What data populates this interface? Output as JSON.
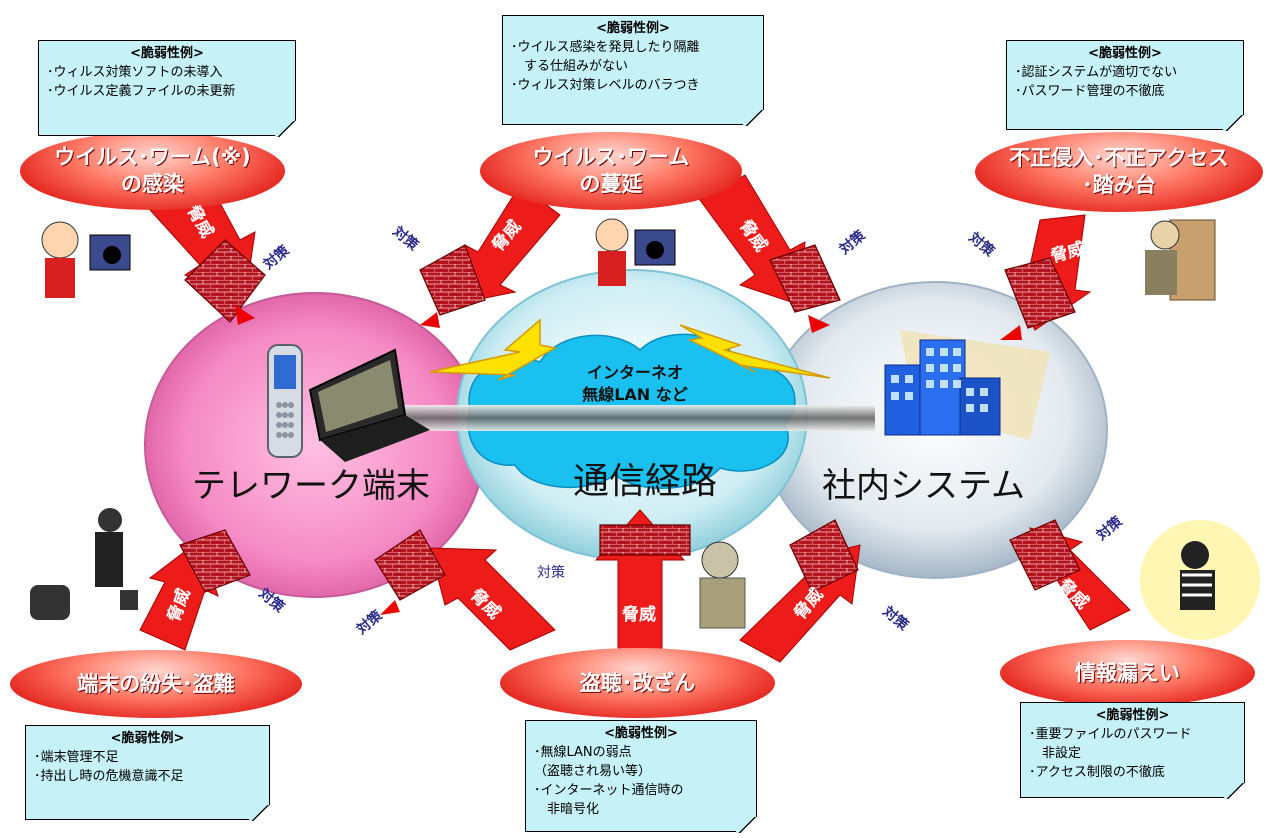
{
  "node_labels": {
    "terminal": "テレワーク端末",
    "channel": "通信経路",
    "system": "社内システム"
  },
  "cloud_text": {
    "line1": "インターネオ",
    "line2": "無線LAN など"
  },
  "threats": {
    "virus_infection": {
      "line1": "ウイルス･ワーム(※)",
      "line2": "の感染"
    },
    "virus_spread": {
      "line1": "ウイルス･ワーム",
      "line2": "の蔓延"
    },
    "intrusion": {
      "line1": "不正侵入･不正アクセス",
      "line2": "･踏み台"
    },
    "loss_theft": {
      "line1": "端末の紛失･盗難"
    },
    "tapping": {
      "line1": "盗聴･改ざん"
    },
    "leak": {
      "line1": "情報漏えい"
    }
  },
  "notes": {
    "virus_infection": {
      "title": "<脆弱性例>",
      "items": [
        "･ウィルス対策ソフトの未導入",
        "･ウイルス定義ファイルの未更新"
      ]
    },
    "virus_spread": {
      "title": "<脆弱性例>",
      "items": [
        "･ウイルス感染を発見したり隔離",
        "　する仕組みがない",
        "･ウィルス対策レベルのバラつき"
      ]
    },
    "intrusion": {
      "title": "<脆弱性例>",
      "items": [
        "･認証システムが適切でない",
        "･パスワード管理の不徹底"
      ]
    },
    "loss_theft": {
      "title": "<脆弱性例>",
      "items": [
        "･端末管理不足",
        "･持出し時の危機意識不足"
      ]
    },
    "tapping": {
      "title": "<脆弱性例>",
      "items": [
        "･無線LANの弱点",
        "（盗聴され易い等）",
        "･インターネット通信時の",
        "　非暗号化"
      ]
    },
    "leak": {
      "title": "<脆弱性例>",
      "items": [
        "･重要ファイルのパスワード",
        "　非設定",
        "･アクセス制限の不徹底"
      ]
    }
  },
  "labels": {
    "threat": "脅威",
    "countermeasure": "対策"
  },
  "colors": {
    "terminal_node": "#f58ac3",
    "channel_node": "#bfe6ef",
    "system_node": "#d8e2ea",
    "cloud": "#19c0f0",
    "threat_bubble": "#e8261f",
    "arrow": "#ee1b1b",
    "firewall": "#b3141f",
    "note_bg": "#c6f1f6",
    "lightning": "#ffe100",
    "building": "#1f5fe0"
  }
}
